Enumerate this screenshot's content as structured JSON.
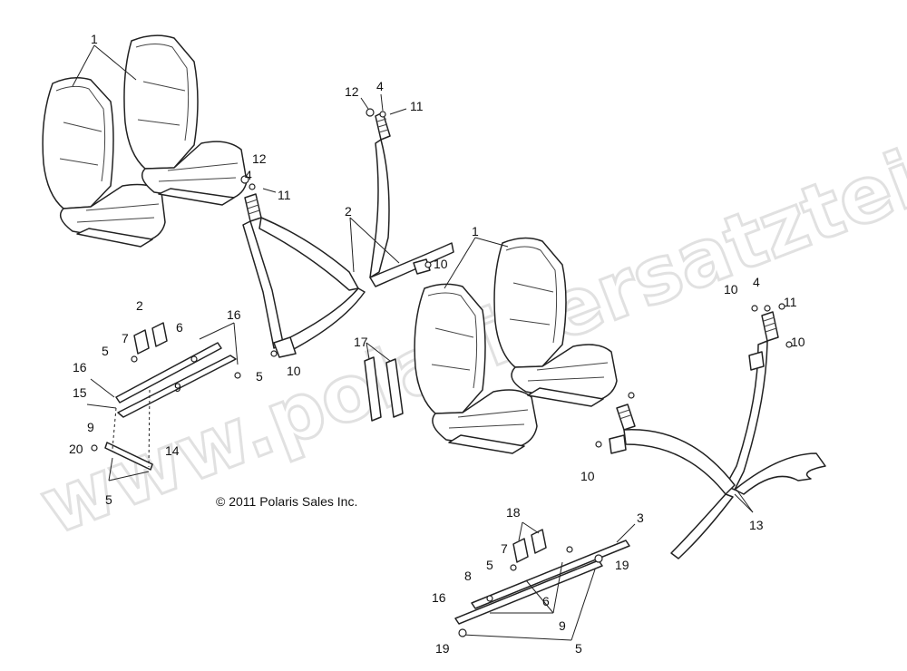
{
  "watermark": "www.polarisersatzteile.de",
  "copyright": "© 2011 Polaris Sales Inc.",
  "callouts": {
    "c1a": "1",
    "c1b": "1",
    "c2a": "2",
    "c2b": "2",
    "c3": "3",
    "c4a": "4",
    "c4b": "4",
    "c4c": "4",
    "c5a": "5",
    "c5b": "5",
    "c5c": "5",
    "c5d": "5",
    "c5e": "5",
    "c6a": "6",
    "c6b": "6",
    "c7a": "7",
    "c7b": "7",
    "c8": "8",
    "c9a": "9",
    "c9b": "9",
    "c9c": "9",
    "c10a": "10",
    "c10b": "10",
    "c10c": "10",
    "c10d": "10",
    "c10e": "10",
    "c11a": "11",
    "c11b": "11",
    "c11c": "11",
    "c12a": "12",
    "c12b": "12",
    "c13": "13",
    "c14": "14",
    "c15": "15",
    "c16a": "16",
    "c16b": "16",
    "c16c": "16",
    "c17": "17",
    "c18": "18",
    "c19a": "19",
    "c19b": "19",
    "c20": "20"
  }
}
